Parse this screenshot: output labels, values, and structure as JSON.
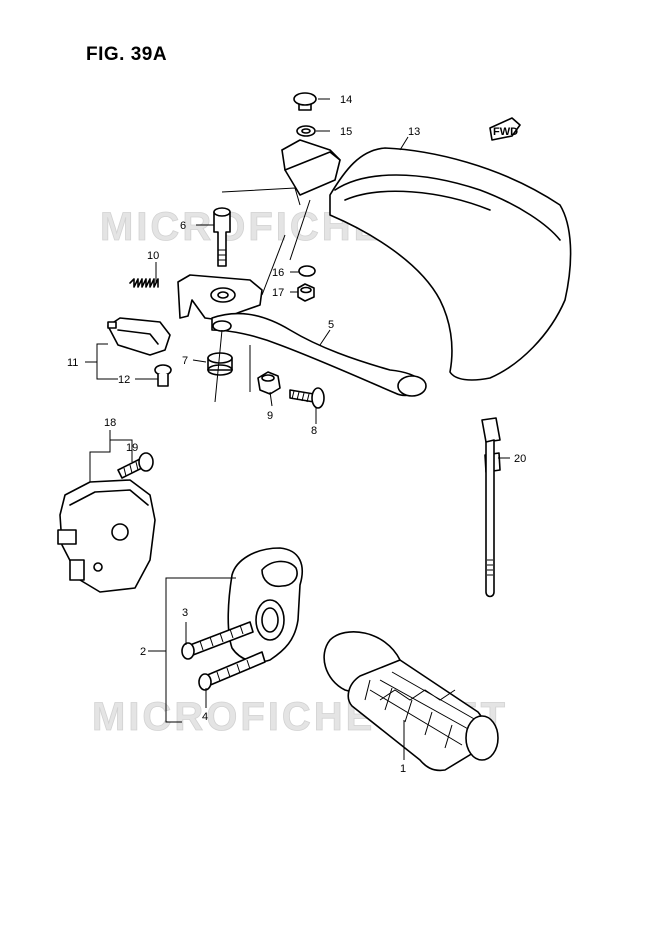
{
  "figure": {
    "title": "FIG. 39A"
  },
  "watermark": "MICROFICHES.NET",
  "fwd_tag": "FWD",
  "callouts": {
    "c1": "1",
    "c2": "2",
    "c3": "3",
    "c4": "4",
    "c5": "5",
    "c6": "6",
    "c7": "7",
    "c8": "8",
    "c9": "9",
    "c10": "10",
    "c11": "11",
    "c12": "12",
    "c13": "13",
    "c14": "14",
    "c15": "15",
    "c16": "16",
    "c17": "17",
    "c18": "18",
    "c19": "19",
    "c20": "20"
  }
}
